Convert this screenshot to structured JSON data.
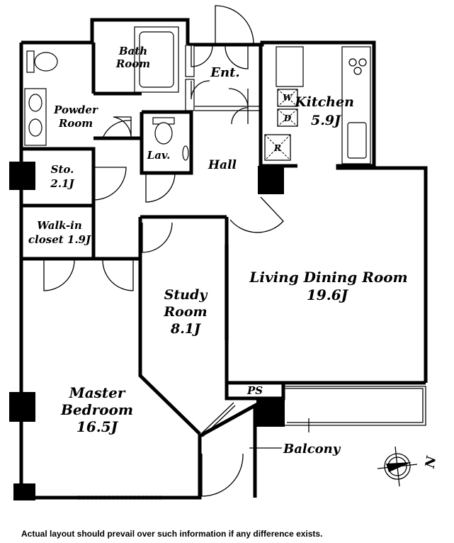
{
  "rooms": {
    "bath": [
      "Bath",
      "Room"
    ],
    "entrance": "Ent.",
    "kitchen": [
      "Kitchen",
      "5.9J"
    ],
    "powder": [
      "Powder",
      "Room"
    ],
    "lavatory": "Lav.",
    "hall": "Hall",
    "storage": [
      "Sto.",
      "2.1J"
    ],
    "walkin": [
      "Walk-in",
      "closet 1.9J"
    ],
    "living": [
      "Living Dining Room",
      "19.6J"
    ],
    "study": [
      "Study",
      "Room",
      "8.1J"
    ],
    "master": [
      "Master",
      "Bedroom",
      "16.5J"
    ],
    "ps": "PS",
    "balcony": "Balcony"
  },
  "appliances": {
    "w": "W",
    "d": "D",
    "r": "R"
  },
  "compass": {
    "north_label": "N"
  },
  "disclaimer": "Actual layout should prevail over such information if any difference exists."
}
